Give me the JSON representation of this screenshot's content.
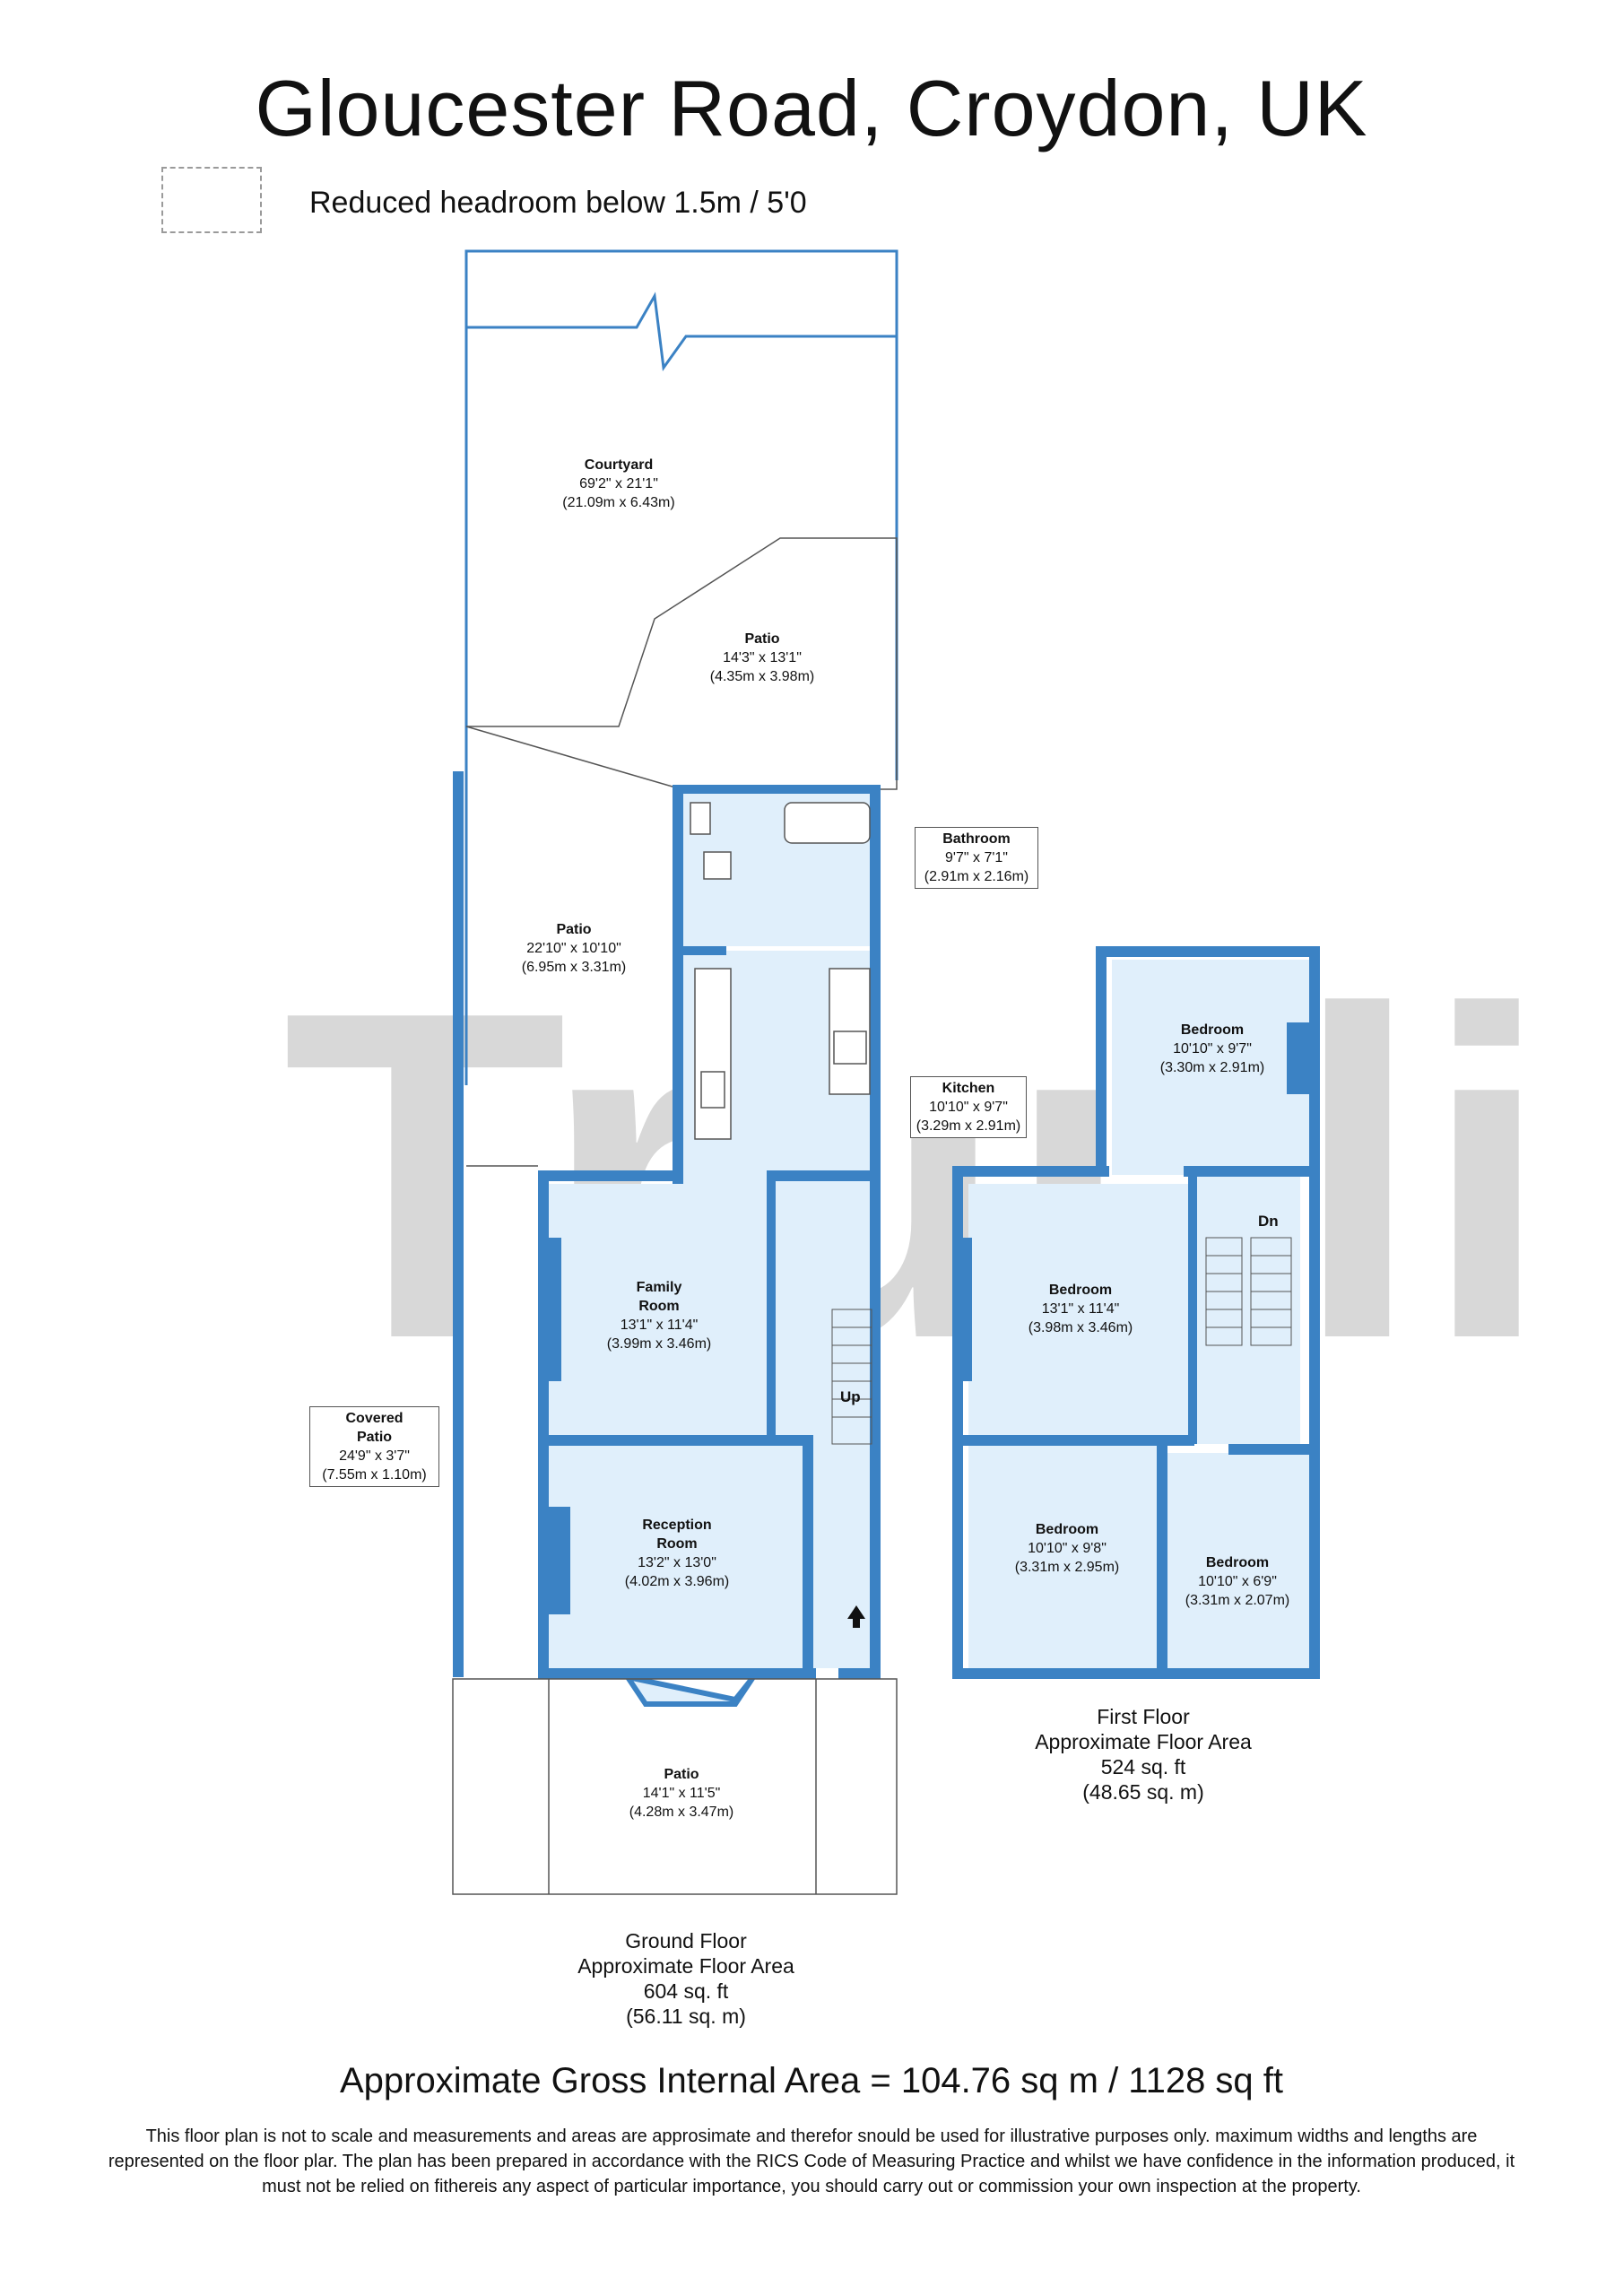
{
  "title": "Gloucester Road, Croydon, UK",
  "legend": {
    "text": "Reduced headroom below 1.5m / 5'0"
  },
  "watermark": "Truuli",
  "colors": {
    "wall": "#3b82c4",
    "room_fill": "#e0effb",
    "watermark": "#d4d4d4"
  },
  "ground_floor": {
    "rooms": {
      "courtyard": {
        "name": "Courtyard",
        "imperial": "69'2\" x 21'1\"",
        "metric": "(21.09m x 6.43m)"
      },
      "patio_rear": {
        "name": "Patio",
        "imperial": "14'3\" x 13'1\"",
        "metric": "(4.35m x 3.98m)"
      },
      "bathroom": {
        "name": "Bathroom",
        "imperial": "9'7\" x 7'1\"",
        "metric": "(2.91m x 2.16m)"
      },
      "patio_side": {
        "name": "Patio",
        "imperial": "22'10\" x 10'10\"",
        "metric": "(6.95m x 3.31m)"
      },
      "kitchen": {
        "name": "Kitchen",
        "imperial": "10'10\" x 9'7\"",
        "metric": "(3.29m x 2.91m)"
      },
      "family_room": {
        "name": "Family Room",
        "imperial": "13'1\" x 11'4\"",
        "metric": "(3.99m x 3.46m)"
      },
      "covered_patio": {
        "name": "Covered Patio",
        "imperial": "24'9\" x 3'7\"",
        "metric": "(7.55m x 1.10m)"
      },
      "reception_room": {
        "name": "Reception Room",
        "imperial": "13'2\" x 13'0\"",
        "metric": "(4.02m x 3.96m)"
      },
      "patio_front": {
        "name": "Patio",
        "imperial": "14'1\" x 11'5\"",
        "metric": "(4.28m x 3.47m)"
      }
    },
    "stairs_label": "Up",
    "area": {
      "label": "Ground Floor",
      "sub": "Approximate Floor Area",
      "sqft": "604 sq. ft",
      "sqm": "(56.11 sq. m)"
    }
  },
  "first_floor": {
    "rooms": {
      "bedroom_rear": {
        "name": "Bedroom",
        "imperial": "10'10\" x 9'7\"",
        "metric": "(3.30m x 2.91m)"
      },
      "bedroom_middle": {
        "name": "Bedroom",
        "imperial": "13'1\" x 11'4\"",
        "metric": "(3.98m x 3.46m)"
      },
      "bedroom_front_left": {
        "name": "Bedroom",
        "imperial": "10'10\" x 9'8\"",
        "metric": "(3.31m x 2.95m)"
      },
      "bedroom_front_right": {
        "name": "Bedroom",
        "imperial": "10'10\" x 6'9\"",
        "metric": "(3.31m x 2.07m)"
      }
    },
    "stairs_label": "Dn",
    "area": {
      "label": "First Floor",
      "sub": "Approximate Floor Area",
      "sqft": "524 sq. ft",
      "sqm": "(48.65 sq. m)"
    }
  },
  "gross_internal_area": "Approximate Gross Internal Area = 104.76 sq m / 1128 sq ft",
  "disclaimer": "This floor plan is not to scale and measurements and areas are approsimate and therefor snould be used for illustrative purposes only. maximum widths and lengths are represented on the floor plar. The plan has been prepared in accordance with the RICS Code of Measuring Practice and whilst we have confidence in the information produced, it must not be relied on fithereis any aspect of particular importance, you should carry out or commission your own inspection at the property."
}
